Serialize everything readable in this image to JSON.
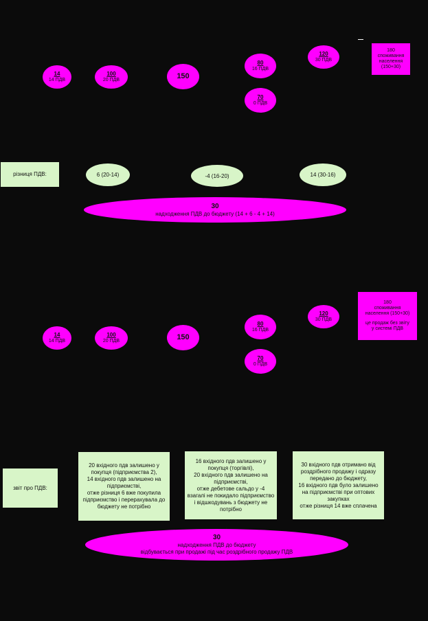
{
  "section1": {
    "n1": {
      "value": "14",
      "label": "14 ПДВ"
    },
    "n2": {
      "value": "100",
      "label": "20 ПДВ"
    },
    "n3": {
      "value": "150"
    },
    "n4": {
      "value": "80",
      "label": "16 ПДВ"
    },
    "n5": {
      "value": "70",
      "label": "0 ПДВ"
    },
    "n6": {
      "value": "120",
      "label": "30 ПДВ"
    },
    "box": {
      "value": "180",
      "line1": "споживання",
      "line2": "населення",
      "line3": "(150+30)"
    }
  },
  "diff_label": "різниця ПДВ:",
  "diffs": {
    "d1": "6 (20-14)",
    "d2": "-4  (16-20)",
    "d3": "14  (30-16)"
  },
  "total1": {
    "value": "30",
    "text": "надходження ПДВ до бюджету (14 + 6 - 4 + 14)"
  },
  "section2": {
    "n1": {
      "value": "14",
      "label": "14 ПДВ"
    },
    "n2": {
      "value": "100",
      "label": "20 ПДВ"
    },
    "n3": {
      "value": "150"
    },
    "n4": {
      "value": "80",
      "label": "16 ПДВ"
    },
    "n5": {
      "value": "70",
      "label": "0 ПДВ"
    },
    "n6": {
      "value": "120",
      "label": "30 ПДВ"
    },
    "box": {
      "value": "180",
      "line1": "споживання",
      "line2": "населення (150+30)",
      "note1": "це продаж без звіту",
      "note2": "у системі ПДВ"
    }
  },
  "report_label": "звіт про ПДВ:",
  "reports": {
    "r1": [
      "20 вхідного пдв залишено у",
      "покупця (підприємства 2),",
      "14 вхідного пдв залишено на",
      "підприємстві,",
      "отже різниця 6 вже покупила",
      "підприємство і перерахувала до",
      "бюджету не потрібно"
    ],
    "r2": [
      "16 вхідного пдв залишено у",
      "покупця (торгівлі),",
      "20 вхідного пдв залишено на",
      "підприємстві,",
      "отже дебетове сальдо у -4",
      "взагалі не покидало підприємство",
      "і відшкодувань з бюджету не",
      "потрібно"
    ],
    "r3": [
      "30 вхідного пдв отримано від",
      "роздрібного продажу і одразу",
      "передано до бюджету,",
      "16 вхідного пдв було залишено",
      "на підприємстві при оптових",
      "закупках",
      "отже різниця 14 вже сплачена"
    ]
  },
  "total2": {
    "value": "30",
    "line1": "надходження ПДВ до бюджету",
    "line2": "відбувається при продажі під час роздрібного продажу ПДВ"
  }
}
